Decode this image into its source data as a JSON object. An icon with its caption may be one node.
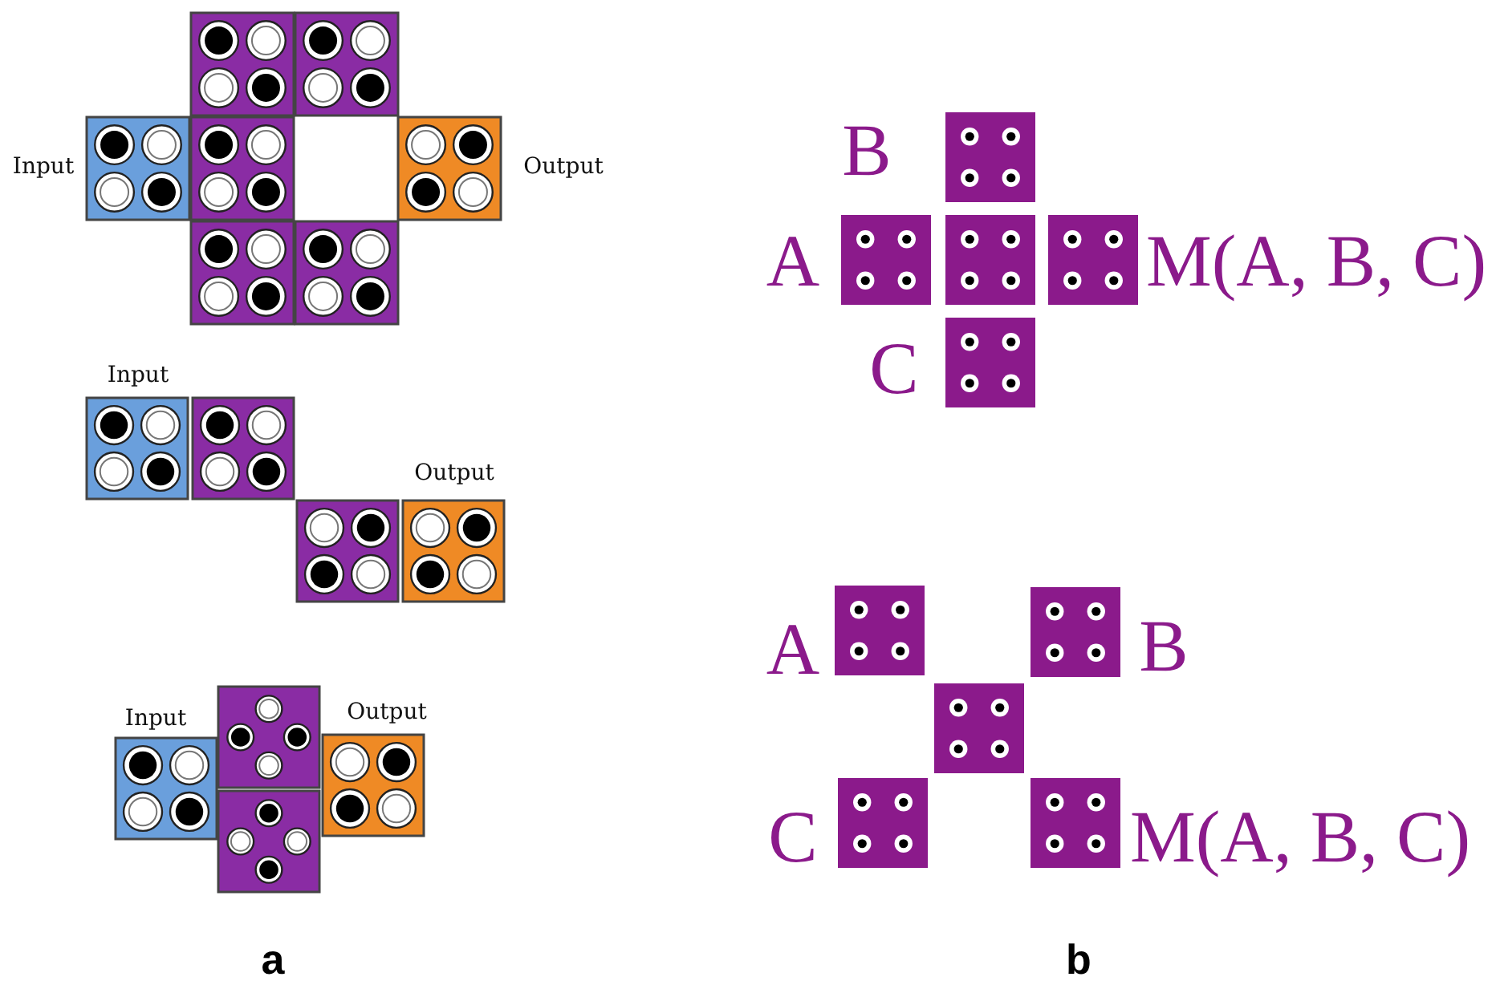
{
  "diagram": {
    "labels": [
      "Input",
      "Output",
      "Input",
      "Output",
      "Input",
      "Output",
      "B",
      "A",
      "M(A, B, C)",
      "C",
      "A",
      "B",
      "C",
      "M(A, B, C)",
      "a",
      "b"
    ]
  }
}
